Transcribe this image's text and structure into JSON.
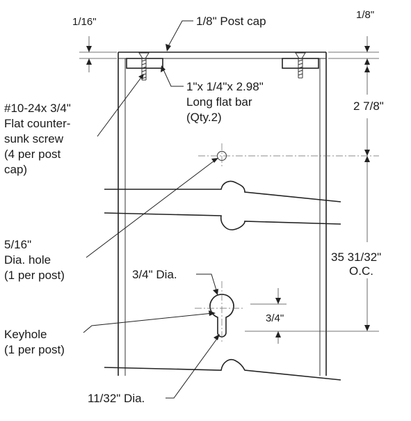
{
  "labels": {
    "cap_thickness": "1/16\"",
    "post_cap": "1/8\" Post cap",
    "top_right_dim": "1/8\"",
    "screw": [
      "#10-24x 3/4\"",
      "Flat counter-",
      "sunk screw",
      "(4 per post",
      "cap)"
    ],
    "flat_bar": [
      "1\"x 1/4\"x 2.98\"",
      "Long flat bar",
      "(Qty.2)"
    ],
    "cap_to_hole_dim": "2 7/8\"",
    "small_hole": [
      "5/16\"",
      "Dia. hole",
      "(1 per post)"
    ],
    "oc_dim": [
      "35 31/32\"",
      "O.C."
    ],
    "keyhole_top_dia": "3/4\" Dia.",
    "keyhole_height_dim": "3/4\"",
    "keyhole": [
      "Keyhole",
      "(1 per post)"
    ],
    "keyhole_slot_dia": "11/32\" Dia."
  },
  "colors": {
    "line": "#222222",
    "dimension": "#444444",
    "background": "#ffffff"
  }
}
